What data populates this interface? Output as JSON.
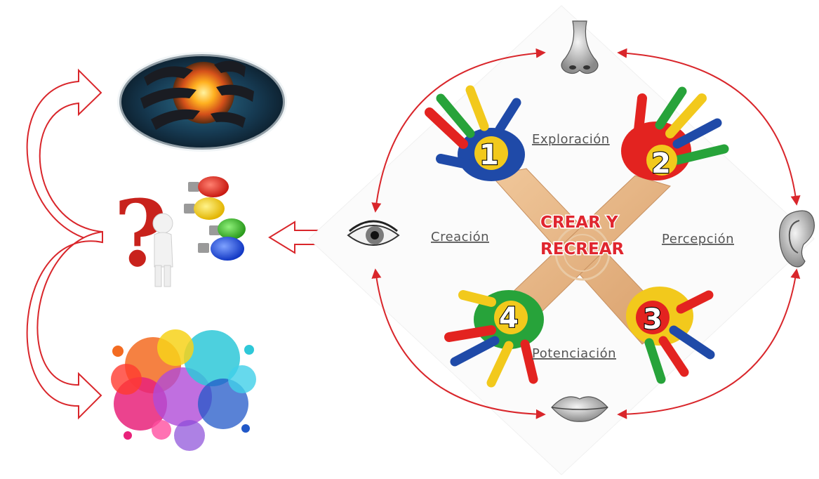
{
  "center": {
    "line1": "CREAR  Y",
    "line2": "RECREAR"
  },
  "stages": [
    {
      "number": "1",
      "label": "Exploración"
    },
    {
      "number": "2",
      "label": ""
    },
    {
      "number": "3",
      "label": ""
    },
    {
      "number": "4",
      "label": ""
    }
  ],
  "labels": {
    "top": "Exploración",
    "right": "Percepción",
    "bottom": "Potenciación",
    "left": "Creación"
  },
  "senses": [
    "nose-icon",
    "ear-icon",
    "lips-icon",
    "eye-icon"
  ],
  "left_panel": [
    "energy-orb-image",
    "question-lightbulbs-image",
    "paint-splash-image"
  ],
  "colors": {
    "arrow": "#d9262b",
    "center_text": "#e0262f"
  }
}
